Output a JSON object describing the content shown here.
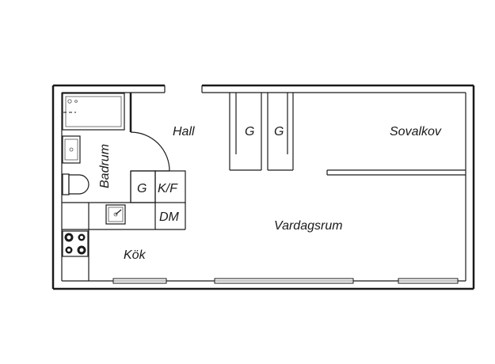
{
  "rooms": {
    "hall": "Hall",
    "closet_1": "G",
    "closet_2": "G",
    "bedroom": "Sovalkov",
    "bathroom": "Badrum",
    "closet_3": "G",
    "fridge_freezer": "K/F",
    "dishwasher": "DM",
    "living_room": "Vardagsrum",
    "kitchen": "Kök"
  },
  "colors": {
    "line": "#1a1a1a",
    "background": "#ffffff"
  },
  "icons": [
    "bathtub-icon",
    "sink-icon",
    "toilet-icon",
    "kitchen-sink-icon",
    "stove-icon",
    "door-swing-icon",
    "window-icon"
  ]
}
